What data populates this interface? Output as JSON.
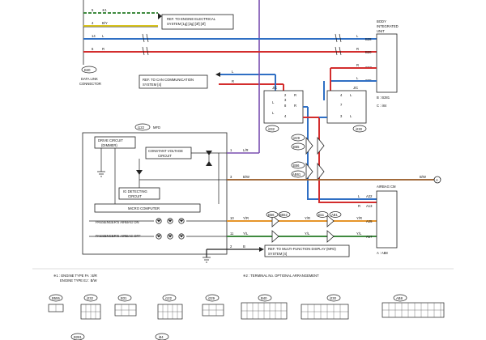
{
  "ref_engine_electrical": [
    "REF. TO ENGINE ELECTRICAL",
    "SYSTEM [1g] [2g] [3f] [4f]"
  ],
  "ref_can": [
    "REF. TO CAN COMMUNICATION",
    "SYSTEM [4]"
  ],
  "ref_mfd": [
    "REF. TO MULTI-FUNCTION DISPLAY (MFD)",
    "SYSTEM [4]"
  ],
  "data_link": {
    "connector": "B40",
    "label": [
      "DATA LINK",
      "CONNECTOR"
    ]
  },
  "body_unit": {
    "label": [
      "BODY",
      "INTEGRATED",
      "UNIT"
    ],
    "connectors": [
      "B28",
      "B20",
      "C37",
      "C35"
    ],
    "legend": [
      "B : B281",
      "C : i84"
    ]
  },
  "jc_left": {
    "label": "J/C",
    "connector": "i232",
    "pins": [
      "2",
      "8",
      "4",
      "3"
    ]
  },
  "jc_right": {
    "label": "J/C",
    "connector": "i230",
    "pins": [
      "4",
      "7",
      "3"
    ]
  },
  "mfd": {
    "connector": "i122",
    "label": "MFD",
    "pins": [
      "1",
      "3",
      "10",
      "11",
      "2"
    ]
  },
  "mfd_internal": {
    "drive_circuit": [
      "DRIVE CIRCUIT",
      "(DIMMER)"
    ],
    "constant_voltage": [
      "CONSTANT VOLTAGE",
      "CIRCUIT"
    ],
    "ig_detecting": [
      "IG DETECTING",
      "CIRCUIT"
    ],
    "micro_computer": "MICRO COMPUTER",
    "pass_on": "PASSENGER'S AIRBAG ON",
    "pass_off": "PASSENGER'S AIRBAG OFF"
  },
  "airbag_cm": {
    "label": "AIRBAG CM",
    "pins": [
      "A22",
      "A13",
      "A25",
      "A17"
    ],
    "legend": "A : AB8"
  },
  "wires": {
    "w_bw_star": "B/Y",
    "w_top_l": "L",
    "w_top_r": "R",
    "w_l": "L",
    "w_r": "R",
    "w_lr": "L/R",
    "w_bw": "B/W",
    "w_yr": "Y/R",
    "w_yl": "Y/L",
    "w_b": "B"
  },
  "pin_labels": {
    "p5": "5",
    "p4": "4",
    "p14": "14",
    "p6": "6",
    "p_star1": "✵1"
  },
  "connectors_mid": [
    "i229",
    "B55",
    "B56",
    "AB61",
    "B552",
    "B11",
    "AB1"
  ],
  "notes": {
    "n1a": "✵1 : ENGINE TYPE FA : B/R",
    "n1b": "ENGINE TYPE EJ : B/W",
    "n2": "✵2 : TERMINAL No. OPTIONAL ARRANGEMENT"
  },
  "bottom_connectors": [
    "B555",
    "i232",
    "B31",
    "i122",
    "i229",
    "B40",
    "i230",
    "AB8",
    "B281",
    "i84"
  ],
  "colors": {
    "blue": "#2f6fc4",
    "red": "#d32d2d",
    "brown": "#a26b3c",
    "purple": "#7a4fb0",
    "orange": "#e6952a",
    "green": "#3f8a3f",
    "yellow": "#d9c41c"
  }
}
